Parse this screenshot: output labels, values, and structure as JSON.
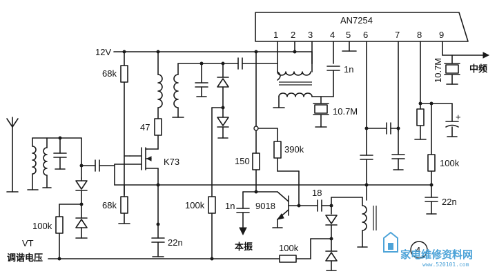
{
  "ic": {
    "name": "AN7254",
    "pins": [
      "1",
      "2",
      "3",
      "4",
      "5",
      "6",
      "7",
      "8",
      "9"
    ]
  },
  "labels": {
    "supply": "12V",
    "r_68k_top": "68k",
    "r_47": "47",
    "fet": "K73",
    "r_68k_bottom": "68k",
    "r_100k_left": "100k",
    "vt": "VT",
    "tuning_voltage": "调谐电压",
    "r_100k_mid": "100k",
    "r_150": "150",
    "r_390k": "390k",
    "c_1n_mid": "1n",
    "transistor": "9018",
    "c_18": "18",
    "local_osc": "本振",
    "r_100k_bottom": "100k",
    "c_22n_left": "22n",
    "c_1n_top": "1n",
    "xtal_10_7m_mid": "10.7M",
    "xtal_10_7m_right": "10.7M",
    "if_out": "中频",
    "r_100k_right": "100k",
    "c_22n_right": "22n",
    "figure_number": "4"
  },
  "watermark": {
    "text": "家电维修资料网",
    "url": "www.520101.com"
  }
}
